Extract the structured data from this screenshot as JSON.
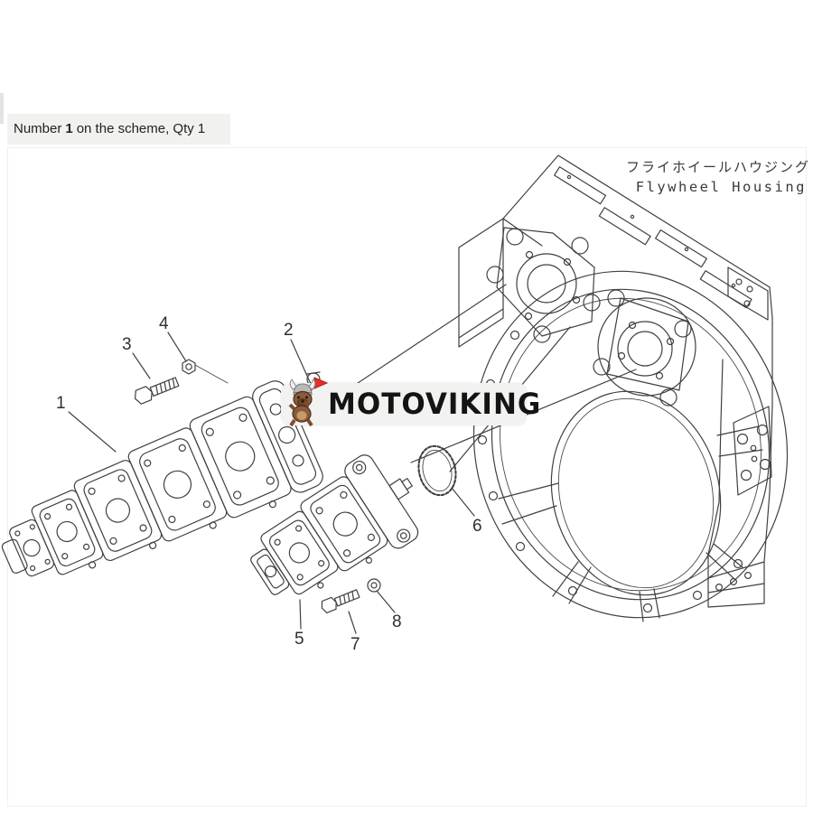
{
  "header_label": {
    "prefix": "Number",
    "number": "1",
    "suffix": "on the scheme, Qty 1",
    "background": "#f1f1f0"
  },
  "diagram": {
    "title_jp": "フライホイールハウジング",
    "title_en": "Flywheel Housing",
    "line_color": "#404040",
    "callouts": [
      {
        "label": "1"
      },
      {
        "label": "2"
      },
      {
        "label": "3"
      },
      {
        "label": "4"
      },
      {
        "label": "5"
      },
      {
        "label": "6"
      },
      {
        "label": "7"
      },
      {
        "label": "8"
      }
    ]
  },
  "watermark": {
    "text": "MOTOVIKING",
    "text_color": "#141414",
    "pill_bg": "#f2f2f1",
    "colors": {
      "flag": "#e23128",
      "body": "#8a5a3a",
      "belly": "#c69a6d",
      "helmet": "#b9b9b9"
    }
  }
}
